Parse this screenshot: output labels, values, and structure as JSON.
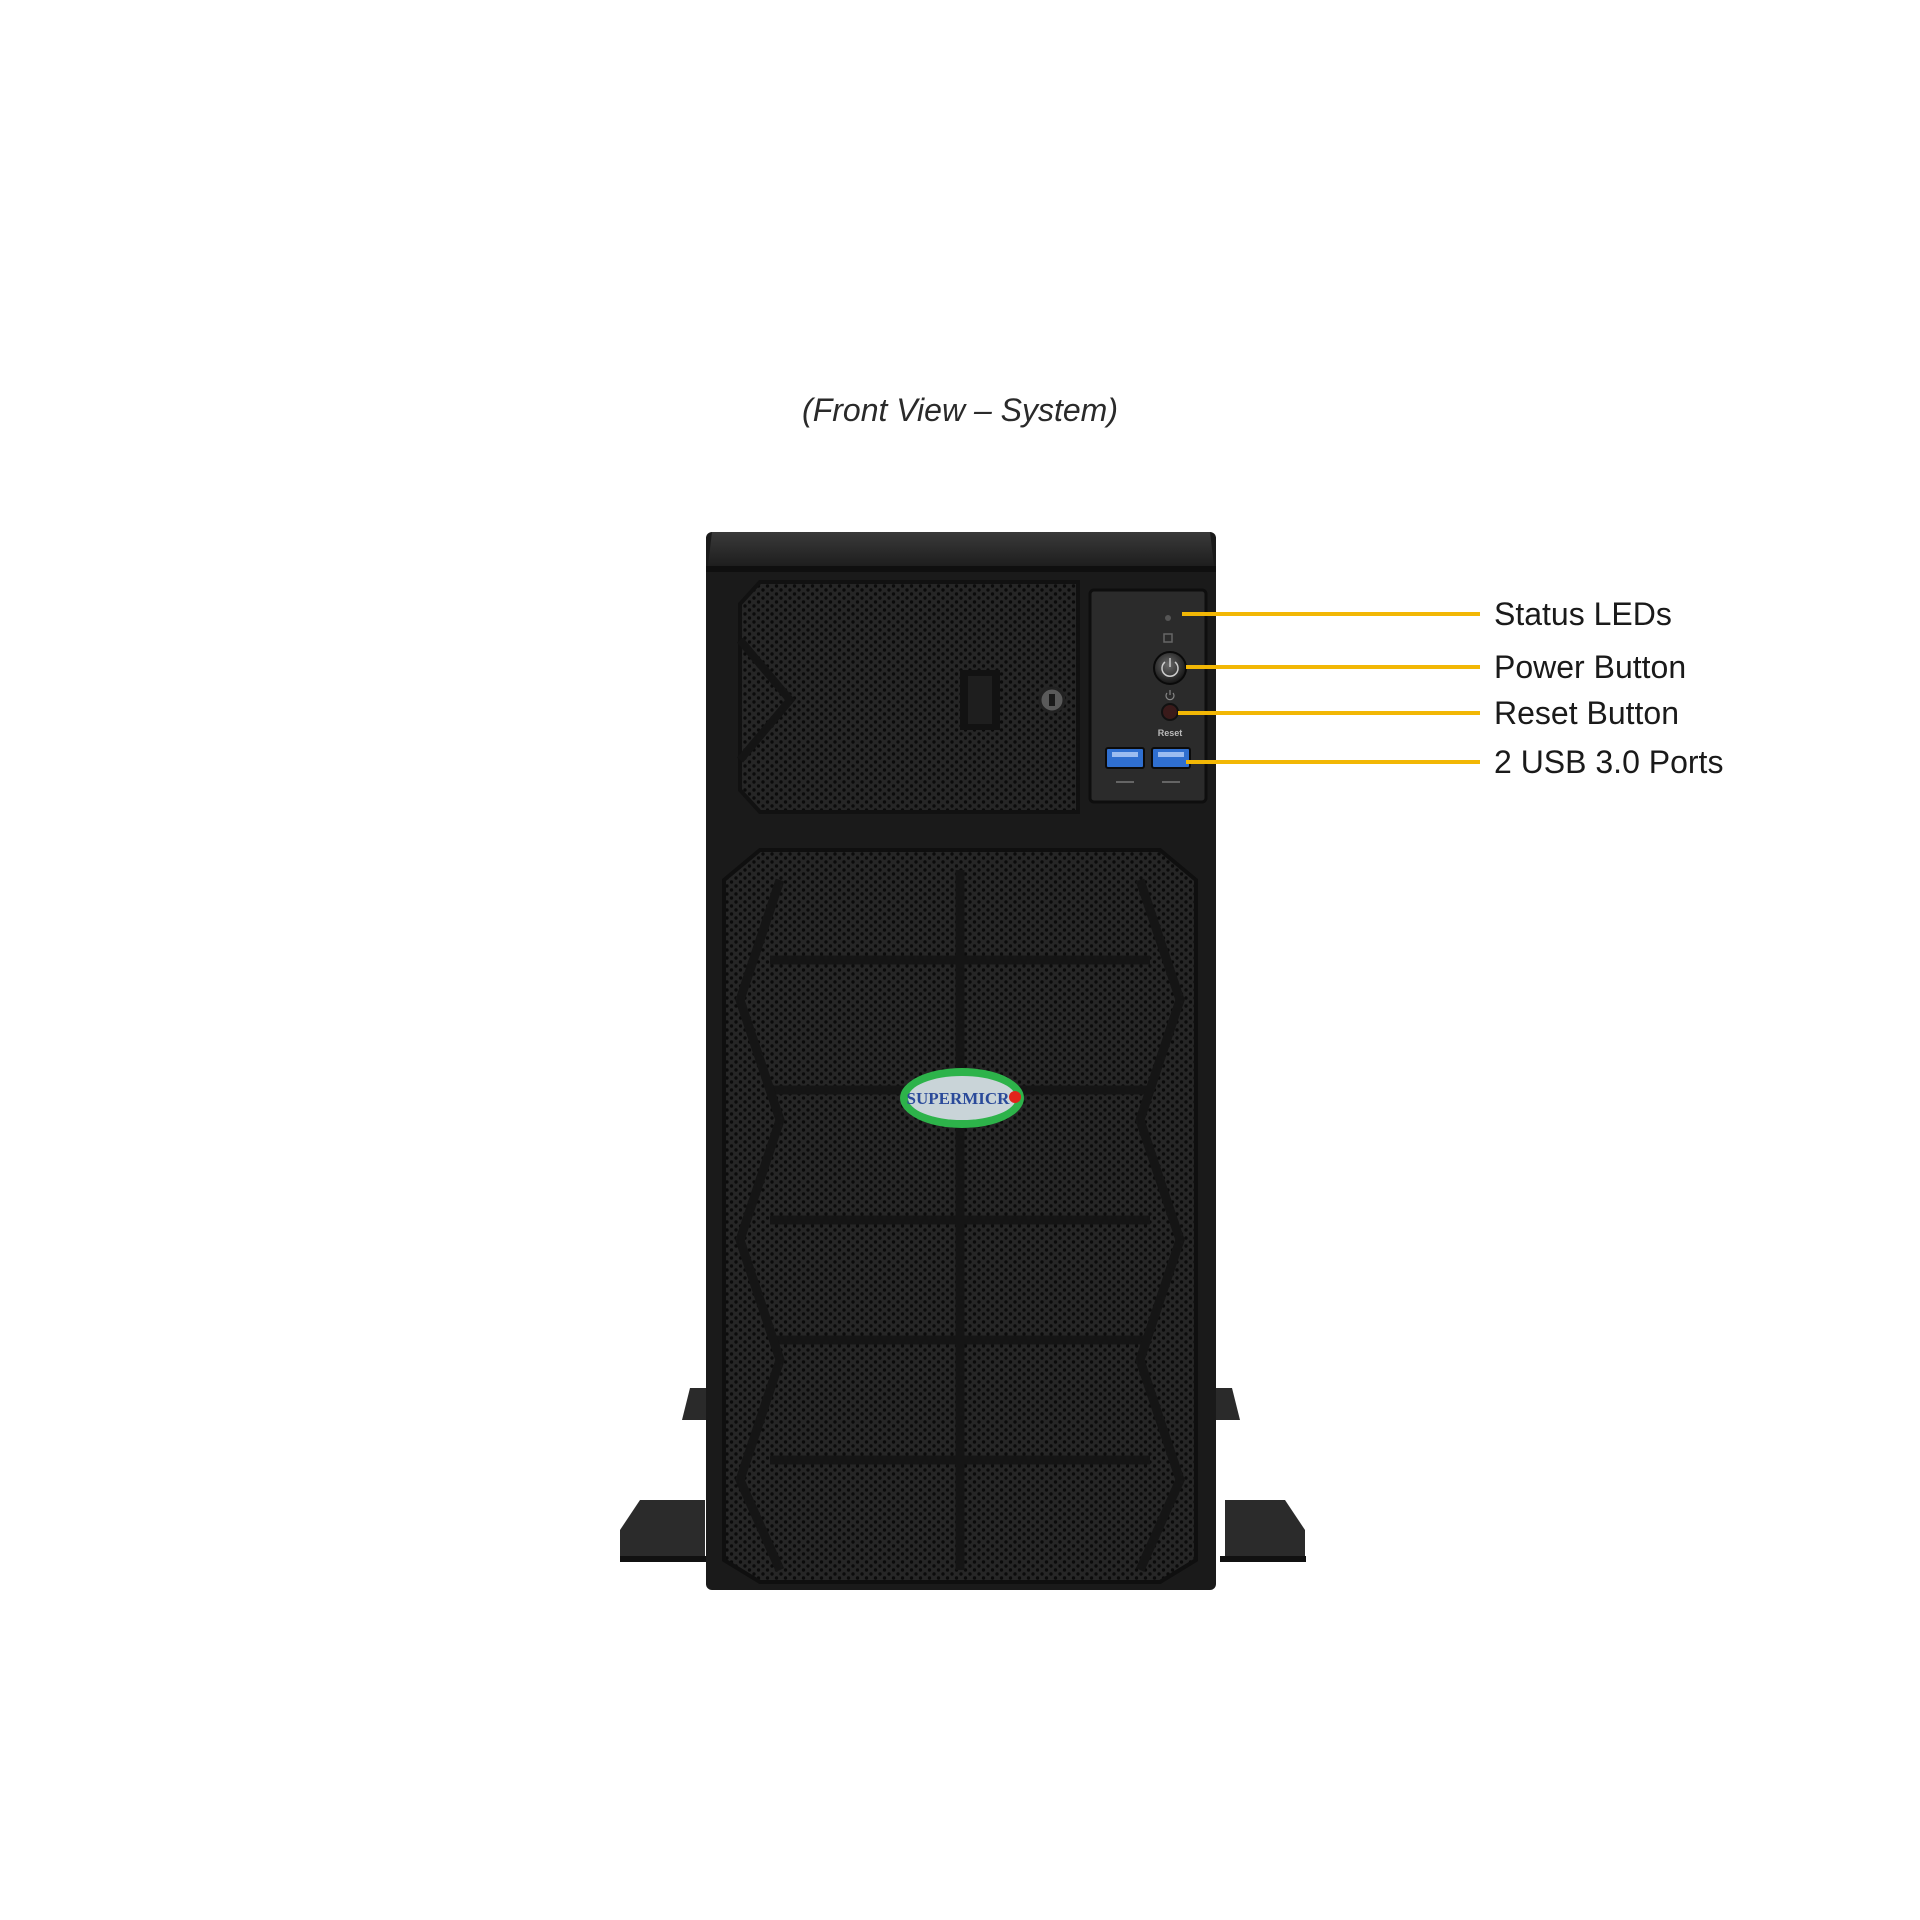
{
  "caption": "(Front View – System)",
  "callouts": {
    "status_leds": "Status LEDs",
    "power_button": "Power Button",
    "reset_button": "Reset Button",
    "usb_ports": "2 USB 3.0 Ports"
  },
  "panel": {
    "reset_label": "Reset"
  },
  "logo": {
    "text": "SUPERMICR"
  },
  "colors": {
    "callout_line": "#f2b705",
    "chassis": "#1c1c1c",
    "usb_blue": "#2f6fd0",
    "logo_green": "#2db34a"
  }
}
